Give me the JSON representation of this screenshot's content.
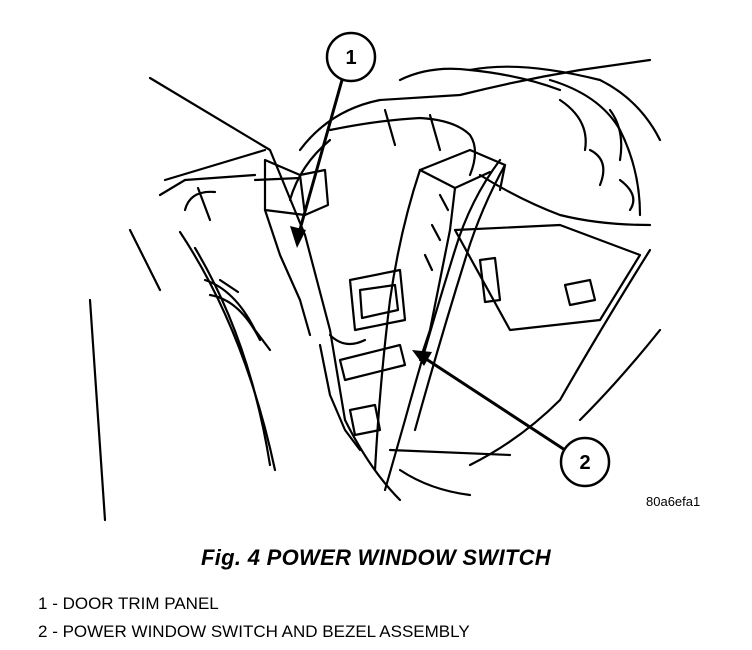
{
  "figure": {
    "title": "Fig. 4 POWER WINDOW SWITCH",
    "code": "80a6efa1",
    "callouts": [
      {
        "number": "1",
        "label": "DOOR TRIM PANEL"
      },
      {
        "number": "2",
        "label": "POWER WINDOW SWITCH AND BEZEL ASSEMBLY"
      }
    ]
  },
  "legend_separator": " - "
}
